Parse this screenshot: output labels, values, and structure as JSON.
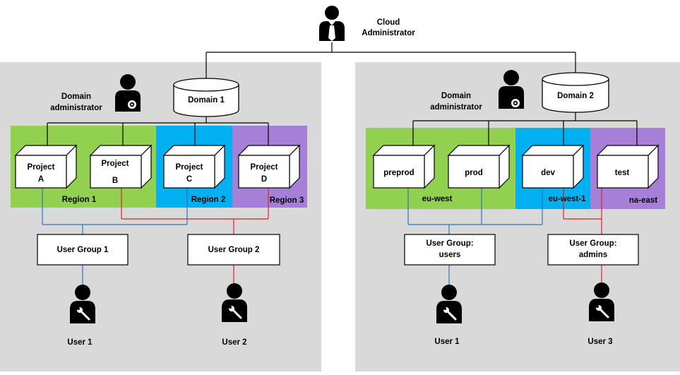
{
  "cloud_admin": {
    "line1": "Cloud",
    "line2": "Administrator"
  },
  "left": {
    "domain_admin": {
      "line1": "Domain",
      "line2": "administrator"
    },
    "domain": "Domain 1",
    "regions": [
      "Region  1",
      "Region  2",
      "Region  3"
    ],
    "projects": [
      {
        "line1": "Project",
        "line2": "A"
      },
      {
        "line1": "Project",
        "line2": "B"
      },
      {
        "line1": "Project",
        "line2": "C"
      },
      {
        "line1": "Project",
        "line2": "D"
      }
    ],
    "groups": [
      {
        "line1": "User Group 1",
        "line2": ""
      },
      {
        "line1": "User Group 2",
        "line2": ""
      }
    ],
    "users": [
      "User 1",
      "User 2"
    ]
  },
  "right": {
    "domain_admin": {
      "line1": "Domain",
      "line2": "administrator"
    },
    "domain": "Domain 2",
    "regions": [
      "eu-west",
      "eu-west-1",
      "na-east"
    ],
    "projects": [
      {
        "line1": "preprod",
        "line2": ""
      },
      {
        "line1": "prod",
        "line2": ""
      },
      {
        "line1": "dev",
        "line2": ""
      },
      {
        "line1": "test",
        "line2": ""
      }
    ],
    "groups": [
      {
        "line1": "User Group:",
        "line2": "users"
      },
      {
        "line1": "User Group:",
        "line2": "admins"
      }
    ],
    "users": [
      "User 1",
      "User 3"
    ]
  },
  "colors": {
    "panel": "#d9d9d9",
    "region_green": "#92d050",
    "region_blue": "#00b0f0",
    "region_purple": "#a67fd9",
    "link_blue": "#2e75b6",
    "link_red": "#e02020"
  }
}
